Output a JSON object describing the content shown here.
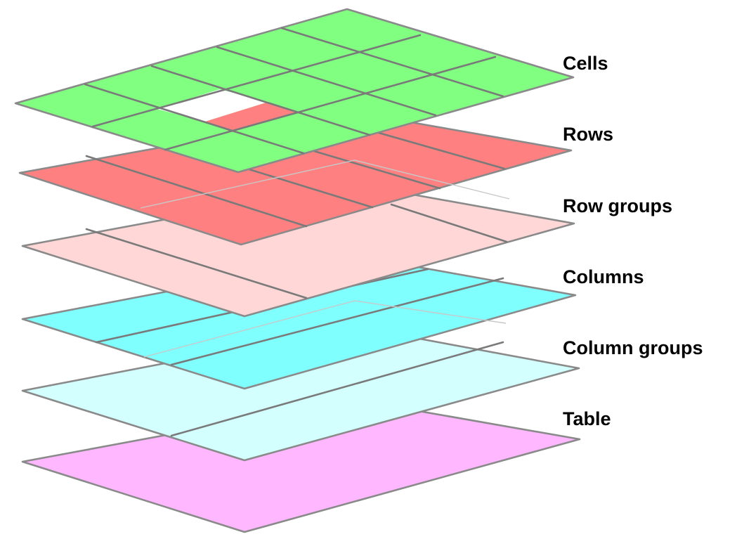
{
  "layers": [
    {
      "label": "Table",
      "color": "#ffb8ff"
    },
    {
      "label": "Column groups",
      "color": "#d4ffff"
    },
    {
      "label": "Columns",
      "color": "#80ffff"
    },
    {
      "label": "Row groups",
      "color": "#ffd7d7"
    },
    {
      "label": "Rows",
      "color": "#ff8080"
    },
    {
      "label": "Cells",
      "color": "#80ff80"
    }
  ],
  "colors": {
    "outline": "#8a8a8a",
    "background": "#ffffff",
    "hole": "#ffffff"
  }
}
